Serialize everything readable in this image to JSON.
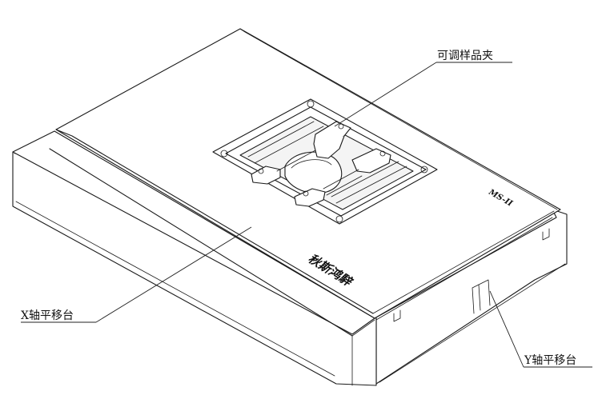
{
  "labels": {
    "sample_clamp": "可调样品夹",
    "x_stage": "X轴平移台",
    "y_stage": "Y轴平移台"
  },
  "plate_marks": {
    "brand": "秋斯鸿騂",
    "model": "MS-II"
  }
}
